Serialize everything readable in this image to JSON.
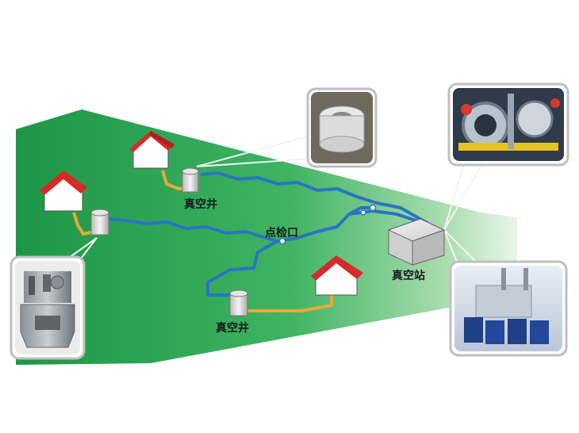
{
  "labels": {
    "vacuum_well_top": "真空井",
    "vacuum_well_bottom": "真空井",
    "inspection_port": "点检口",
    "vacuum_station": "真空站"
  },
  "colors": {
    "ground_dark": "#1f9a47",
    "ground_light": "#d8f0d8",
    "pipe_blue": "#2a74c4",
    "pipe_orange": "#e6a93a",
    "roof_red": "#d62b2b",
    "house_wall": "#ffffff",
    "station_box": "#d9d9d9"
  }
}
